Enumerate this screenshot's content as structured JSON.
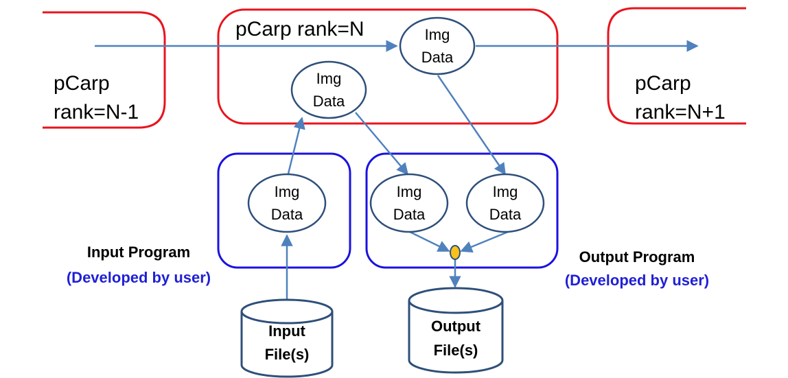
{
  "colors": {
    "rank_box": "#e8141c",
    "program_box": "#1a12e0",
    "node_stroke": "#2e4f7a",
    "arrow": "#4f81bd",
    "junction_fill": "#f7c21b",
    "user_text": "#1f1fd6"
  },
  "ranks": {
    "prev": {
      "line1": "pCarp",
      "line2": "rank=N-1"
    },
    "current": {
      "title": "pCarp rank=N"
    },
    "next": {
      "line1": "pCarp",
      "line2": "rank=N+1"
    }
  },
  "nodes": {
    "rank_top": {
      "line1": "Img",
      "line2": "Data"
    },
    "rank_left": {
      "line1": "Img",
      "line2": "Data"
    },
    "input": {
      "line1": "Img",
      "line2": "Data"
    },
    "output_left": {
      "line1": "Img",
      "line2": "Data"
    },
    "output_right": {
      "line1": "Img",
      "line2": "Data"
    }
  },
  "programs": {
    "input": {
      "title": "Input Program",
      "subtitle": "(Developed by user)"
    },
    "output": {
      "title": "Output Program",
      "subtitle": "(Developed by user)"
    }
  },
  "files": {
    "input": {
      "line1": "Input",
      "line2": "File(s)"
    },
    "output": {
      "line1": "Output",
      "line2": "File(s)"
    }
  }
}
